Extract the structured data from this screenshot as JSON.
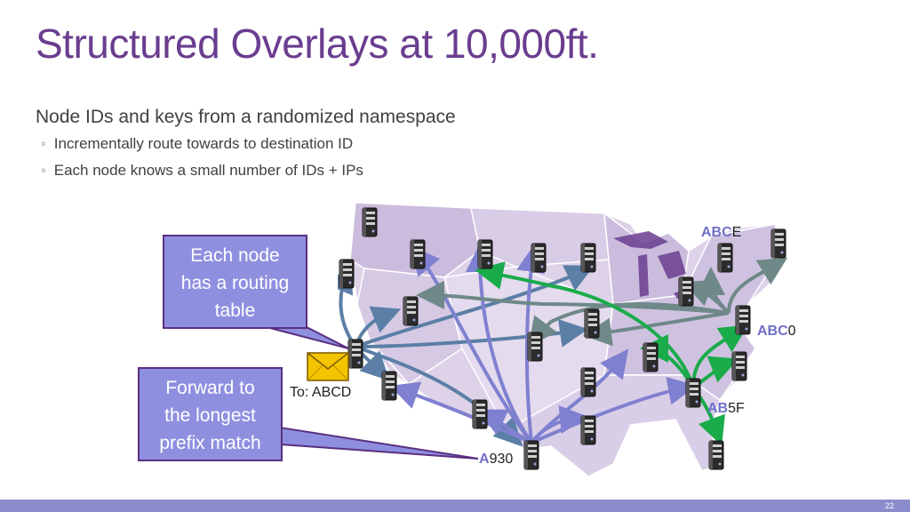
{
  "slide": {
    "title": "Structured Overlays at 10,000ft.",
    "bullet_main": "Node IDs and keys from a randomized namespace",
    "bullet_sub_1": "Incrementally route towards to destination ID",
    "bullet_sub_2": "Each node knows a small number of IDs + IPs",
    "page_number": "22"
  },
  "callouts": {
    "routing_table": [
      "Each node",
      "has a routing",
      "table"
    ],
    "forward": [
      "Forward to",
      "the longest",
      "prefix match"
    ]
  },
  "envelope": {
    "to_label": "To: ABCD"
  },
  "nodes": {
    "abce": {
      "prefix": "ABC",
      "rest": "E"
    },
    "abc0": {
      "prefix": "ABC",
      "rest": "0"
    },
    "ab5f": {
      "prefix": "AB",
      "rest": "5F"
    },
    "a930": {
      "prefix": "A",
      "rest": "930"
    }
  },
  "colors": {
    "title": "#6a3d8f",
    "callout_fill": "#8f8fe0",
    "callout_border": "#5a2f80",
    "arrow_blue": "#5b7fa6",
    "arrow_purple": "#8080d0",
    "arrow_gray": "#6f8888",
    "arrow_green": "#1aab4a",
    "footer": "#8c8ccc"
  }
}
